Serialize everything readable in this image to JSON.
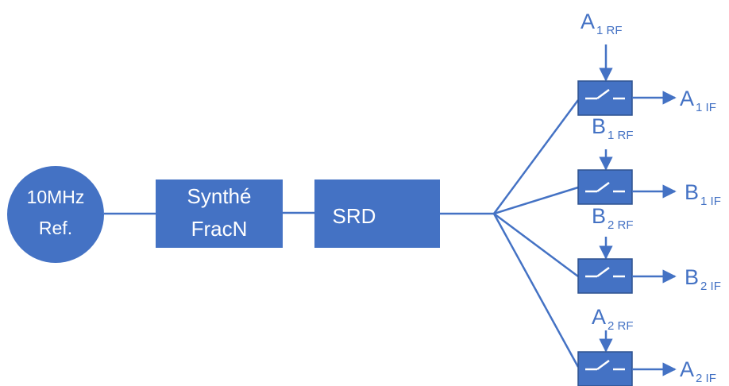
{
  "colors": {
    "block": "#4472c4",
    "line": "#4472c4",
    "text_on_block": "#ffffff"
  },
  "blocks": {
    "ref": {
      "line1": "10MHz",
      "line2": "Ref."
    },
    "synth": {
      "line1": "Synthé",
      "line2": "FracN"
    },
    "srd": {
      "label": "SRD"
    }
  },
  "mixers": [
    {
      "rf_main": "A",
      "rf_sub": "1 RF",
      "if_main": "A",
      "if_sub": "1 IF"
    },
    {
      "rf_main": "B",
      "rf_sub": "1 RF",
      "if_main": "B",
      "if_sub": "1 IF"
    },
    {
      "rf_main": "B",
      "rf_sub": "2 RF",
      "if_main": "B",
      "if_sub": "2 IF"
    },
    {
      "rf_main": "A",
      "rf_sub": "2 RF",
      "if_main": "A",
      "if_sub": "2 IF"
    }
  ]
}
